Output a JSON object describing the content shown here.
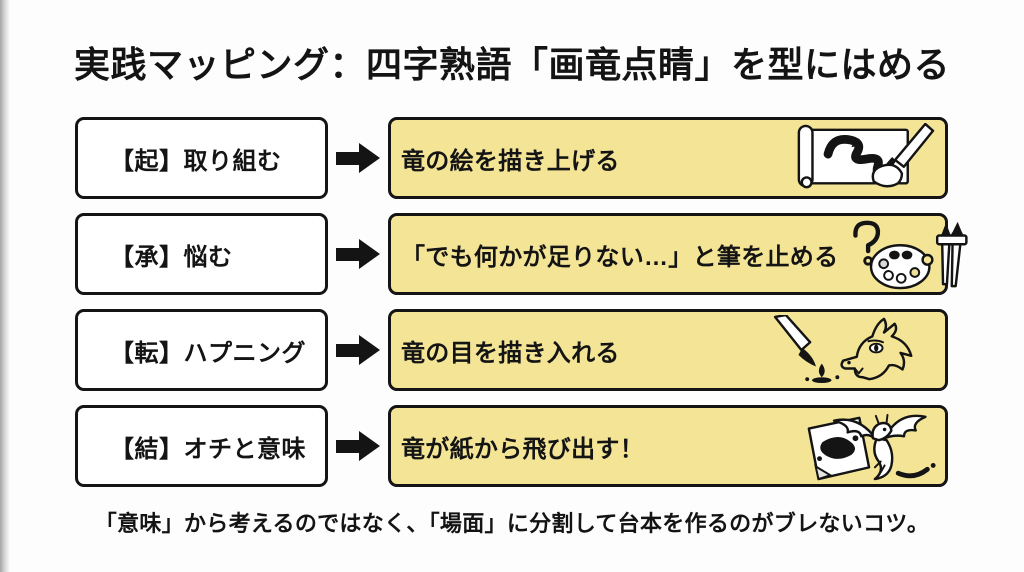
{
  "page": {
    "title": "実践マッピング：四字熟語「画竜点睛」を型にはめる",
    "footnote": "「意味」から考えるのではなく、「場面」に分割して台本を作るのがブレないコツ。"
  },
  "colors": {
    "background": "#FDFDFD",
    "stage_box_fill": "#FFFFFF",
    "scene_box_fill": "#F4E596",
    "border_and_text": "#141414",
    "left_edge_shade": "#8E8E8E"
  },
  "rows": [
    {
      "stage_label": "【起】取り組む",
      "scene_text": "竜の絵を描き上げる",
      "icon": "dragon-scroll-painting-icon"
    },
    {
      "stage_label": "【承】悩む",
      "scene_text": "「でも何かが足りない…」と筆を止める",
      "icon": "palette-brushes-question-icon"
    },
    {
      "stage_label": "【転】ハプニング",
      "scene_text": "竜の目を描き入れる",
      "icon": "ink-brush-dragon-head-icon"
    },
    {
      "stage_label": "【結】オチと意味",
      "scene_text": "竜が紙から飛び出す！",
      "icon": "dragon-flying-from-paper-icon"
    }
  ]
}
